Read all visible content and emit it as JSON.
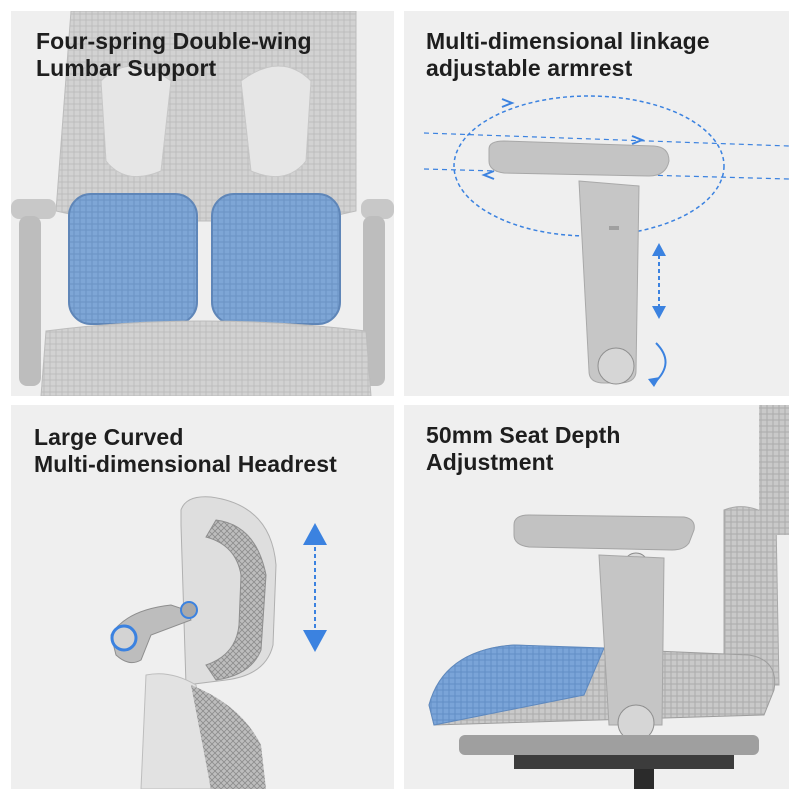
{
  "panels": {
    "lumbar": {
      "title_line1": "Four-spring Double-wing",
      "title_line2": "Lumbar Support"
    },
    "armrest": {
      "title_line1": "Multi-dimensional linkage",
      "title_line2": "adjustable armrest"
    },
    "headrest": {
      "title_line1": "Large Curved",
      "title_line2": "Multi-dimensional Headrest"
    },
    "seat": {
      "title_line1": "50mm Seat Depth",
      "title_line2": "Adjustment"
    }
  },
  "colors": {
    "accent": "#3b82e0",
    "lumbar_blue": "#7ba3d4",
    "chair_gray": "#c9c9c9",
    "text": "#1e1e1e",
    "background": "#efefef"
  }
}
